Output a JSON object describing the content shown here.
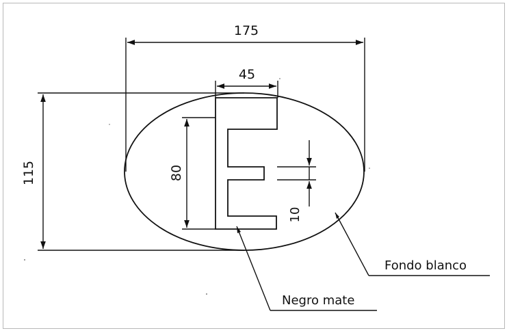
{
  "drawing": {
    "dimensions": {
      "width": "175",
      "letter_width": "45",
      "height": "115",
      "letter_height": "80",
      "stroke_gap": "10"
    },
    "labels": {
      "background": "Fondo blanco",
      "letter": "Negro mate"
    }
  }
}
